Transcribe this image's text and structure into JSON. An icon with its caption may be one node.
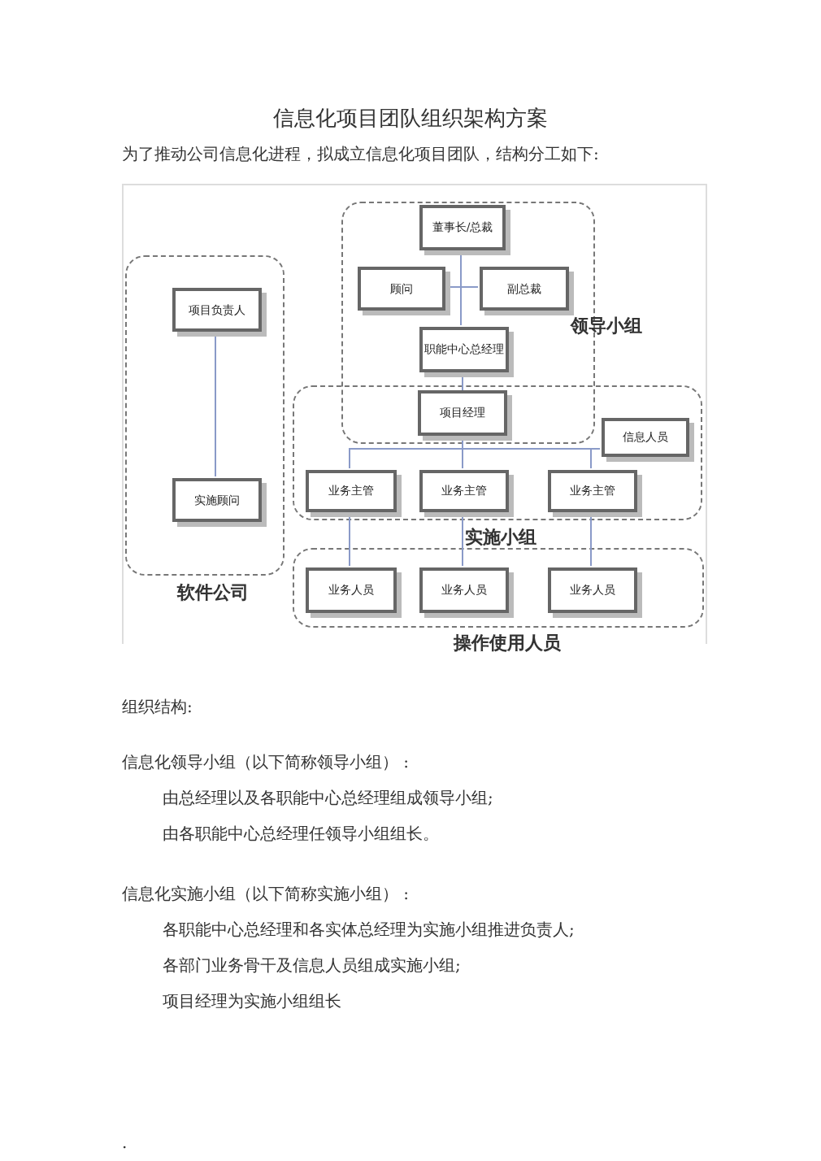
{
  "diagram": {
    "title": "信息化项目团队组织架构方案",
    "nodes": [
      {
        "text": [
          "软件公司"
        ]
      },
      {
        "text": [
          "项目负责人"
        ],
        "in": 0
      },
      {
        "text": [
          "实施顾问"
        ],
        "in": 0
      },
      {
        "text": [
          "领导小组"
        ]
      },
      {
        "text": [
          "董事长/总裁"
        ],
        "in": 3
      },
      {
        "text": [
          "顾问"
        ],
        "in": 3
      },
      {
        "text": [
          "副总裁"
        ],
        "in": 3
      },
      {
        "text": [
          "职能中心总经理"
        ],
        "in": 3
      },
      {
        "text": [
          "实施小组"
        ]
      },
      {
        "text": [
          "项目经理"
        ]
      },
      {
        "text": [
          "信息人员"
        ],
        "in": 8
      },
      {
        "text": [
          "业务主管"
        ],
        "in": 8
      },
      {
        "text": [
          "业务主管"
        ],
        "in": 8
      },
      {
        "text": [
          "业务主管"
        ],
        "in": 8
      },
      {
        "text": [
          "操作使用人员"
        ]
      },
      {
        "text": [
          "业务人员"
        ],
        "in": 14
      },
      {
        "text": [
          "业务人员"
        ],
        "in": 14
      },
      {
        "text": [
          "业务人员"
        ],
        "in": 14
      }
    ],
    "edges": [
      {
        "from": 1,
        "to": 2,
        "arrow": "none"
      },
      {
        "from": 4,
        "to": 5,
        "arrow": "none"
      },
      {
        "from": 4,
        "to": 6,
        "arrow": "none"
      },
      {
        "from": 4,
        "to": 7,
        "arrow": "none"
      },
      {
        "from": 7,
        "to": 9,
        "arrow": "none"
      },
      {
        "from": 9,
        "to": 10,
        "arrow": "none"
      },
      {
        "from": 9,
        "to": 11,
        "arrow": "none"
      },
      {
        "from": 9,
        "to": 12,
        "arrow": "none"
      },
      {
        "from": 9,
        "to": 13,
        "arrow": "none"
      },
      {
        "from": 11,
        "to": 15,
        "arrow": "none"
      },
      {
        "from": 12,
        "to": 16,
        "arrow": "none"
      },
      {
        "from": 13,
        "to": 17,
        "arrow": "none"
      }
    ],
    "labels": [
      "为了推动公司信息化进程，拟成立信息化项目团队，结构分工如下:",
      "组织结构:",
      "信息化领导小组（以下简称领导小组） :",
      "由总经理以及各职能中心总经理组成领导小组;",
      "由各职能中心总经理任领导小组组长。",
      "信息化实施小组（以下简称实施小组） :",
      "各职能中心总经理和各实体总经理为实施小组推进负责人;",
      "各部门业务骨干及信息人员组成实施小组;",
      "项目经理为实施小组组长",
      "."
    ]
  }
}
